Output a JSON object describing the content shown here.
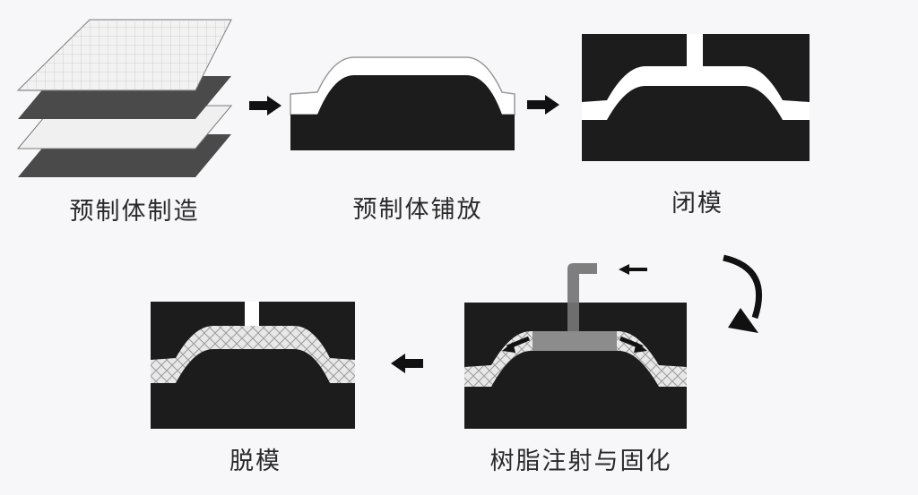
{
  "diagram": {
    "steps": [
      {
        "id": "preform",
        "label": "预制体制造"
      },
      {
        "id": "placement",
        "label": "预制体铺放"
      },
      {
        "id": "close",
        "label": "闭模"
      },
      {
        "id": "inject",
        "label": "树脂注射与固化"
      },
      {
        "id": "demold",
        "label": "脱模"
      }
    ],
    "colors": {
      "mold": "#1c1c1c",
      "preform": "#ffffff",
      "resin_fill": "#8c8c8c",
      "background": "#f7f7f9",
      "layer_dark": "#4a4a4a",
      "layer_light": "#f0f0f0",
      "arrow": "#111111"
    }
  }
}
